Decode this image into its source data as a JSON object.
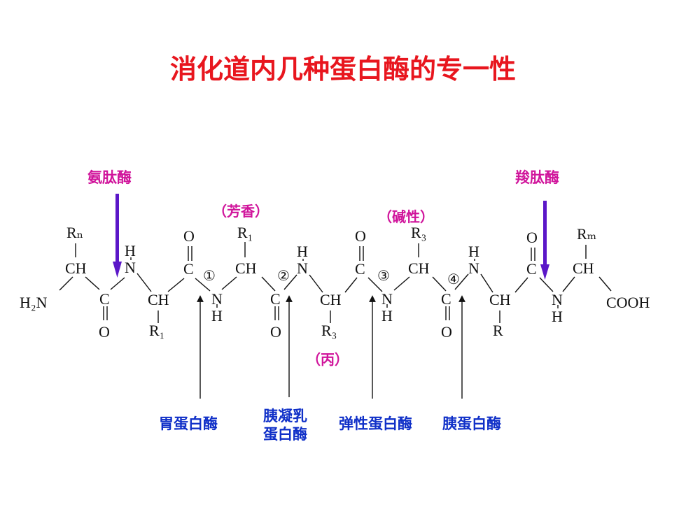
{
  "title": "消化道内几种蛋白酶的专一性",
  "enzymes_top": {
    "aminopeptidase": "氨肽酶",
    "carboxypeptidase": "羧肽酶"
  },
  "specificity": {
    "aromatic": "（芳香）",
    "basic": "（碱性）",
    "alanine": "（丙）"
  },
  "enzymes_bottom": {
    "pepsin": "胃蛋白酶",
    "chymotrypsin": "胰凝乳蛋白酶",
    "elastase": "弹性蛋白酶",
    "trypsin": "胰蛋白酶"
  },
  "bond_labels": [
    "①",
    "②",
    "③",
    "④"
  ],
  "structure": {
    "h2n": "H₂N",
    "ch": "CH",
    "c": "C",
    "n": "N",
    "h": "H",
    "o": "O",
    "cooh": "COOH",
    "rn": "Rₙ",
    "r1": "R₁",
    "r3": "R₃",
    "r": "R",
    "rm": "Rₘ"
  },
  "colors": {
    "title": "#e8161e",
    "top_enzyme": "#d0149b",
    "bottom_enzyme": "#1030c8",
    "specificity": "#d0149b",
    "arrow_top": "#5b17c8"
  }
}
